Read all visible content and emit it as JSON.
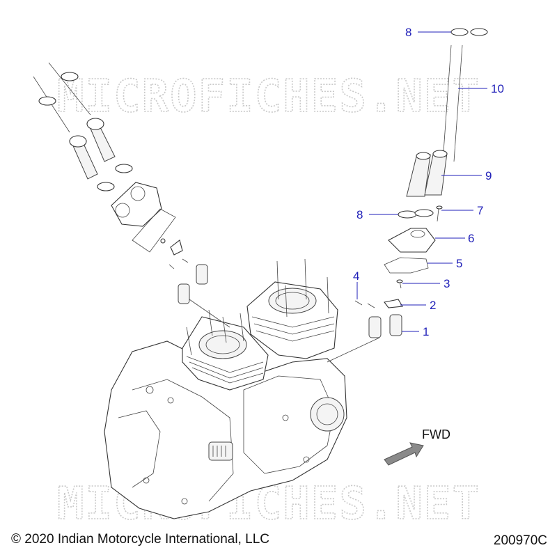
{
  "watermark": "MICROFICHES.NET",
  "fwd_label": "FWD",
  "copyright": "© 2020 Indian Motorcycle International, LLC",
  "diagram_id": "200970C",
  "callouts": [
    {
      "number": "1"
    },
    {
      "number": "2"
    },
    {
      "number": "3"
    },
    {
      "number": "4"
    },
    {
      "number": "5"
    },
    {
      "number": "6"
    },
    {
      "number": "7"
    },
    {
      "number": "8"
    },
    {
      "number": "8"
    },
    {
      "number": "9"
    },
    {
      "number": "10"
    }
  ],
  "colors": {
    "callout": "#1f1fb8",
    "line_art": "#333333",
    "watermark": "#c9c9c9",
    "arrow": "#8a8a8a"
  }
}
